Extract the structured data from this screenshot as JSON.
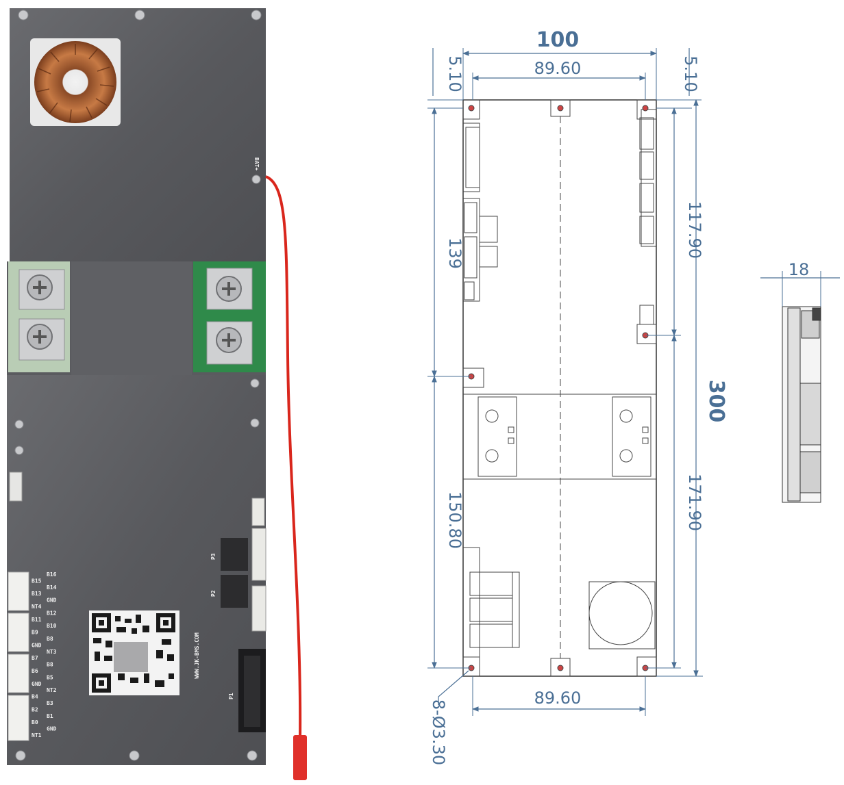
{
  "photo": {
    "silk_labels": {
      "bat": "BAT+",
      "website": "WWW.JK-BMS.COM",
      "p1": "P1",
      "p2": "P2",
      "p3": "P3"
    },
    "pin_labels": [
      "B16",
      "B15",
      "B14",
      "B13",
      "GND",
      "NT4",
      "B12",
      "B11",
      "B10",
      "B9",
      "B8",
      "GND",
      "NT3",
      "B7",
      "B8",
      "B6",
      "B5",
      "GND",
      "NT2",
      "B4",
      "B3",
      "B2",
      "B1",
      "B0",
      "GND",
      "NT1"
    ]
  },
  "drawing": {
    "dim_width": "100",
    "dim_inner_top": "89.60",
    "dim_inner_bottom": "89.60",
    "dim_margin_left": "5.10",
    "dim_margin_right": "5.10",
    "dim_height": "300",
    "dim_left_upper": "139",
    "dim_left_lower": "150.80",
    "dim_right_upper": "117.90",
    "dim_right_lower": "171.90",
    "dim_hole": "8-Ø3.30",
    "dim_thickness": "18"
  },
  "colors": {
    "dimension": "#4a6f95",
    "board_metal": "#5b5c60",
    "pcb_green": "#2f8a4a",
    "wire_red": "#d9261c"
  }
}
